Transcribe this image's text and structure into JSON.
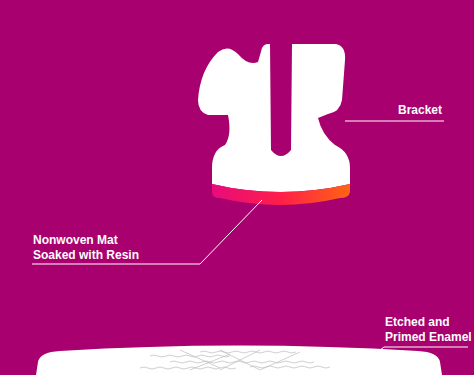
{
  "diagram": {
    "labels": [
      "Bracket",
      "Nonwoven Mat Soaked with Resin",
      "Etched and Primed Enamel"
    ]
  }
}
